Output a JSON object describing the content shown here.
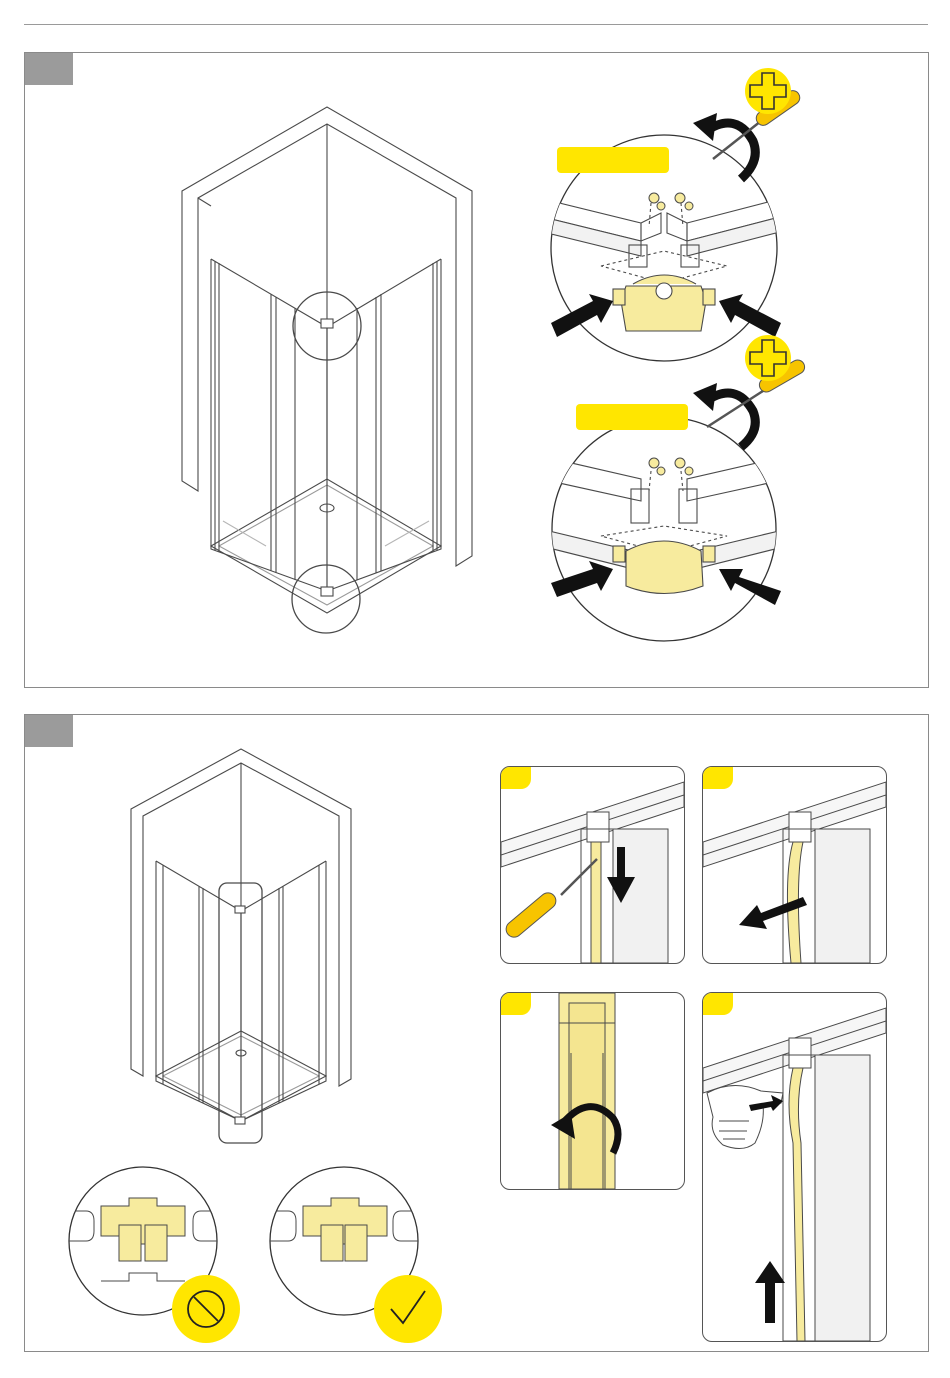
{
  "document": {
    "type": "installation instruction sheet",
    "steps": [
      {
        "id": "step-1",
        "number": "",
        "callouts": [
          {
            "label": ""
          },
          {
            "label": ""
          }
        ]
      },
      {
        "id": "step-2",
        "number": "",
        "substeps": [
          "",
          "",
          "",
          ""
        ]
      }
    ]
  },
  "colors": {
    "accent": "#ffe600",
    "part_fill": "#f7eb9e",
    "line": "#4a4a4a",
    "panel_border": "#8a8a8a",
    "step_tab": "#9b9b9b"
  },
  "icons": {
    "tool": "phillips-screwdriver-icon",
    "prohibited": "no-symbol-icon",
    "approved": "check-mark-icon",
    "rotate": "rotate-arrow-icon",
    "push": "push-arrow-icon"
  }
}
